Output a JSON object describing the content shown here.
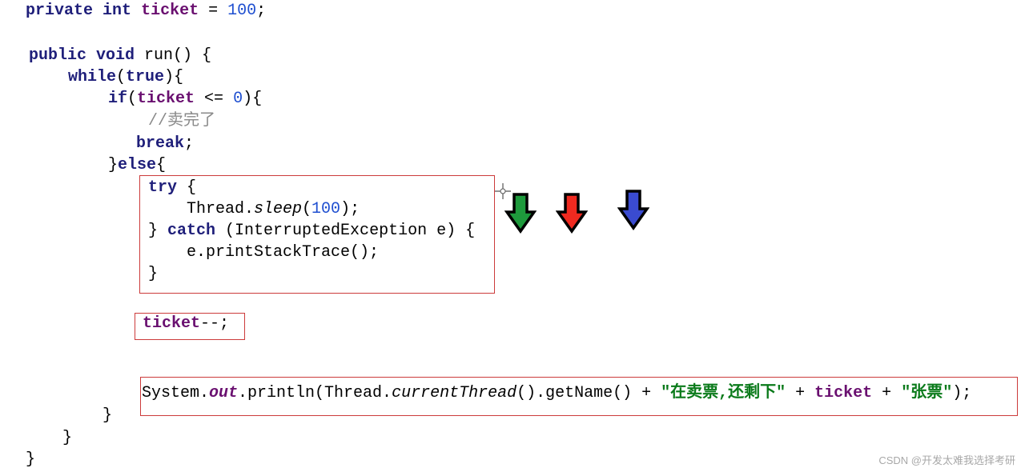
{
  "code_lines": [
    [
      {
        "t": "private",
        "c": "kw"
      },
      {
        "t": " "
      },
      {
        "t": "int",
        "c": "kw"
      },
      {
        "t": " "
      },
      {
        "t": "ticket",
        "c": "field"
      },
      {
        "t": " = "
      },
      {
        "t": "100",
        "c": "num"
      },
      {
        "t": ";"
      }
    ],
    [
      {
        "t": "public",
        "c": "kw"
      },
      {
        "t": " "
      },
      {
        "t": "void",
        "c": "kw"
      },
      {
        "t": " run() {"
      }
    ],
    [
      {
        "t": "while",
        "c": "kw"
      },
      {
        "t": "("
      },
      {
        "t": "true",
        "c": "kw"
      },
      {
        "t": "){"
      }
    ],
    [
      {
        "t": "if",
        "c": "kw"
      },
      {
        "t": "("
      },
      {
        "t": "ticket",
        "c": "field"
      },
      {
        "t": " <= "
      },
      {
        "t": "0",
        "c": "num"
      },
      {
        "t": "){"
      }
    ],
    [
      {
        "t": "//卖完了",
        "c": "comment"
      }
    ],
    [
      {
        "t": "break",
        "c": "kw"
      },
      {
        "t": ";"
      }
    ],
    [
      {
        "t": "}"
      },
      {
        "t": "else",
        "c": "kw"
      },
      {
        "t": "{"
      }
    ],
    [
      {
        "t": "try",
        "c": "kw"
      },
      {
        "t": " {"
      }
    ],
    [
      {
        "t": "Thread."
      },
      {
        "t": "sleep",
        "c": "italic"
      },
      {
        "t": "("
      },
      {
        "t": "100",
        "c": "num"
      },
      {
        "t": ");"
      }
    ],
    [
      {
        "t": "} "
      },
      {
        "t": "catch",
        "c": "kw"
      },
      {
        "t": " (InterruptedException e) {"
      }
    ],
    [
      {
        "t": "e.printStackTrace();"
      }
    ],
    [
      {
        "t": "}"
      }
    ],
    [
      {
        "t": "ticket",
        "c": "field"
      },
      {
        "t": "--;"
      }
    ],
    [
      {
        "t": "System."
      },
      {
        "t": "out",
        "c": "staticfield"
      },
      {
        "t": ".println(Thread."
      },
      {
        "t": "currentThread",
        "c": "italic"
      },
      {
        "t": "().getName() + "
      },
      {
        "t": "\"在卖票,还剩下\"",
        "c": "str"
      },
      {
        "t": " + "
      },
      {
        "t": "ticket",
        "c": "field"
      },
      {
        "t": " + "
      },
      {
        "t": "\"张票\"",
        "c": "str"
      },
      {
        "t": ");"
      }
    ],
    [
      {
        "t": "}"
      }
    ],
    [
      {
        "t": "}"
      }
    ],
    [
      {
        "t": "}"
      }
    ]
  ],
  "arrows": [
    {
      "name": "green",
      "color": "#1e9a3c"
    },
    {
      "name": "red",
      "color": "#f02a20"
    },
    {
      "name": "blue",
      "color": "#3a4bd0"
    }
  ],
  "highlight_color": "#cc3b3b",
  "watermark": "CSDN @开发太难我选择考研"
}
